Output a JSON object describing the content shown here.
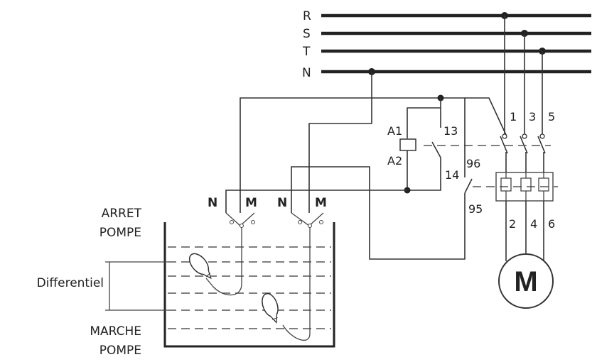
{
  "bus_labels": {
    "r": "R",
    "s": "S",
    "t": "T",
    "n": "N"
  },
  "contactor": {
    "coil_a1": "A1",
    "coil_a2": "A2",
    "aux_13": "13",
    "aux_14": "14"
  },
  "main_terminals": {
    "t1": "1",
    "t3": "3",
    "t5": "5",
    "t2": "2",
    "t4": "4",
    "t6": "6"
  },
  "overload_terminals": {
    "t96": "96",
    "t95": "95"
  },
  "float_switches": {
    "left": {
      "n": "N",
      "m": "M"
    },
    "right": {
      "n": "N",
      "m": "M"
    }
  },
  "tank_labels": {
    "arret_line1": "ARRET",
    "arret_line2": "POMPE",
    "differentiel": "Differentiel",
    "marche_line1": "MARCHE",
    "marche_line2": "POMPE"
  },
  "motor": {
    "label": "M"
  }
}
